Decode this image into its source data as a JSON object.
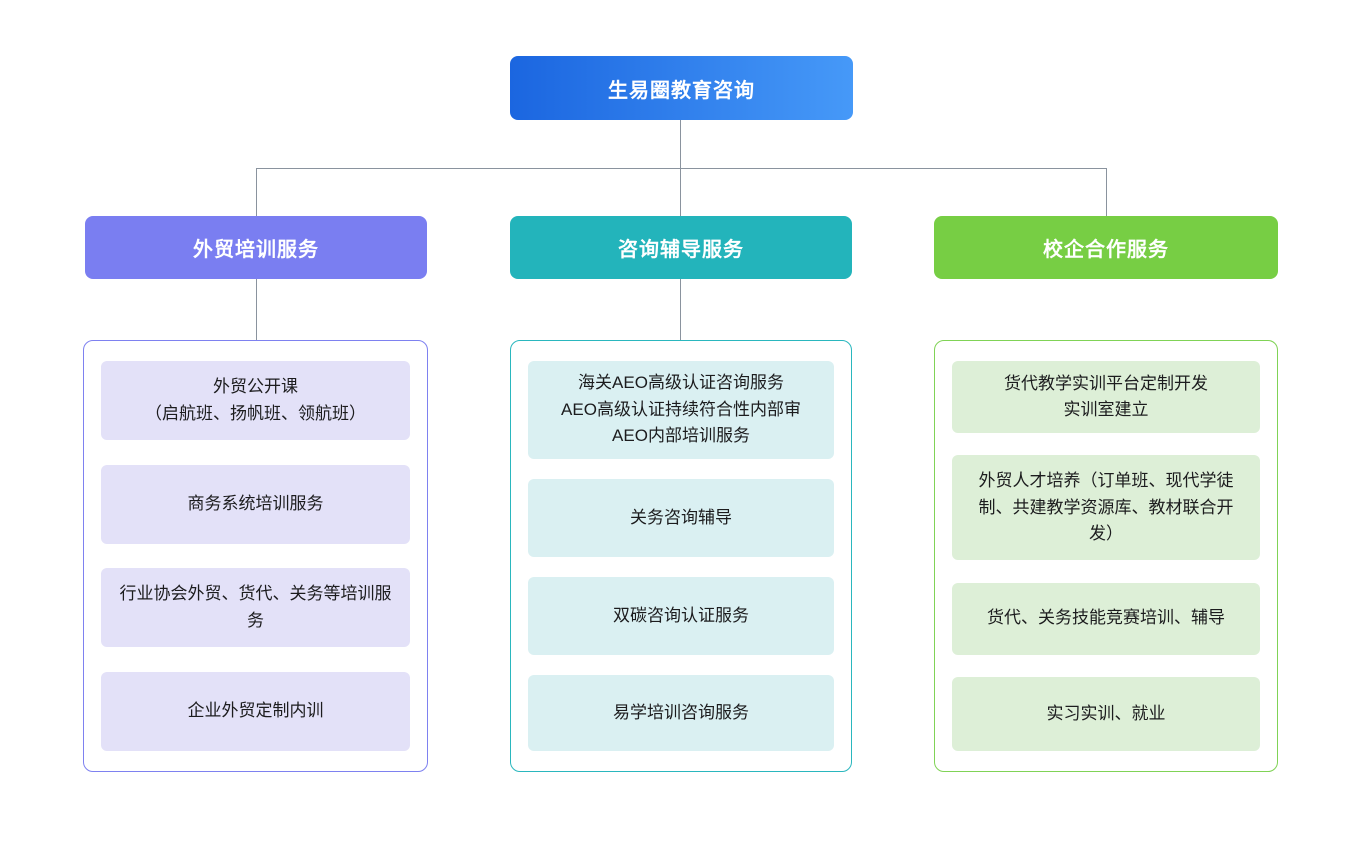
{
  "page": {
    "background": "#ffffff"
  },
  "connector_color": "#8a939e",
  "root": {
    "label": "生易圈教育咨询",
    "gradient_from": "#1b66e0",
    "gradient_to": "#4699f8",
    "text_color": "#ffffff"
  },
  "branches": [
    {
      "title": "外贸培训服务",
      "header_color": "#7a7ef1",
      "border_color": "#7e81f0",
      "item_bg": "#e3e1f8",
      "items": [
        {
          "text": "外贸公开课\n（启航班、扬帆班、领航班）"
        },
        {
          "text": "商务系统培训服务"
        },
        {
          "text": "行业协会外贸、货代、关务等培训服务"
        },
        {
          "text": "企业外贸定制内训"
        }
      ]
    },
    {
      "title": "咨询辅导服务",
      "header_color": "#23b4bb",
      "border_color": "#2ab7be",
      "item_bg": "#daf0f2",
      "items": [
        {
          "text": "海关AEO高级认证咨询服务\nAEO高级认证持续符合性内部审\nAEO内部培训服务"
        },
        {
          "text": "关务咨询辅导"
        },
        {
          "text": "双碳咨询认证服务"
        },
        {
          "text": "易学培训咨询服务"
        }
      ]
    },
    {
      "title": "校企合作服务",
      "header_color": "#77ce44",
      "border_color": "#80d356",
      "item_bg": "#ddefd7",
      "items": [
        {
          "text": "货代教学实训平台定制开发\n实训室建立"
        },
        {
          "text": "外贸人才培养（订单班、现代学徒制、共建教学资源库、教材联合开发）"
        },
        {
          "text": "货代、关务技能竞赛培训、辅导"
        },
        {
          "text": "实习实训、就业"
        }
      ]
    }
  ]
}
